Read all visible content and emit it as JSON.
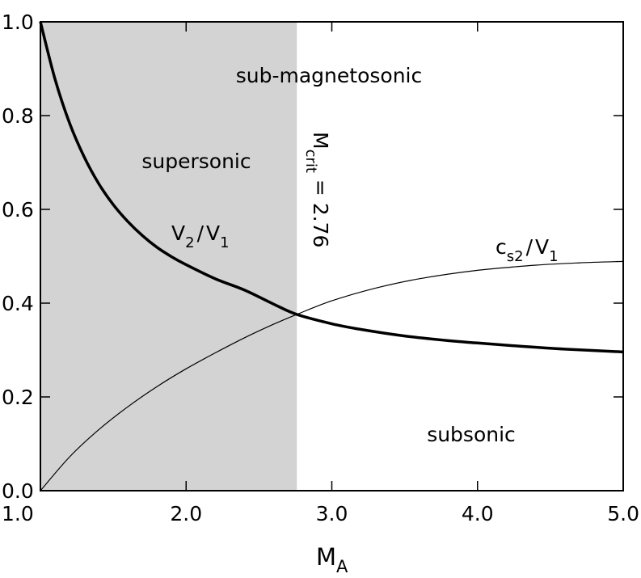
{
  "chart_data": {
    "type": "line",
    "xlabel": "M",
    "xlabel_sub": "A",
    "xlim": [
      1.0,
      5.0
    ],
    "ylim": [
      0.0,
      1.0
    ],
    "xticks": [
      1.0,
      2.0,
      3.0,
      4.0,
      5.0
    ],
    "xtick_labels": [
      "1.0",
      "2.0",
      "3.0",
      "4.0",
      "5.0"
    ],
    "yticks": [
      0.0,
      0.2,
      0.4,
      0.6,
      0.8,
      1.0
    ],
    "ytick_labels": [
      "0.0",
      "0.2",
      "0.4",
      "0.6",
      "0.8",
      "1.0"
    ],
    "grid": false,
    "shaded_region": {
      "x_from": 1.0,
      "x_to": 2.76,
      "color": "#d3d3d3"
    },
    "series": [
      {
        "name": "V2/V1",
        "line": "thick",
        "x": [
          1.0,
          1.1,
          1.2,
          1.3,
          1.4,
          1.5,
          1.6,
          1.7,
          1.8,
          1.9,
          2.0,
          2.2,
          2.4,
          2.6,
          2.76,
          3.0,
          3.2,
          3.5,
          3.8,
          4.0,
          4.3,
          4.6,
          5.0
        ],
        "y": [
          1.0,
          0.878,
          0.784,
          0.712,
          0.655,
          0.61,
          0.574,
          0.544,
          0.519,
          0.499,
          0.482,
          0.452,
          0.428,
          0.398,
          0.376,
          0.356,
          0.344,
          0.33,
          0.32,
          0.315,
          0.308,
          0.302,
          0.296
        ]
      },
      {
        "name": "cs2/V1",
        "line": "thin",
        "x": [
          1.0,
          1.2,
          1.4,
          1.6,
          1.8,
          2.0,
          2.2,
          2.4,
          2.6,
          2.76,
          3.0,
          3.3,
          3.6,
          4.0,
          4.4,
          4.7,
          5.0
        ],
        "y": [
          0.0,
          0.072,
          0.13,
          0.179,
          0.222,
          0.26,
          0.294,
          0.326,
          0.355,
          0.376,
          0.405,
          0.432,
          0.452,
          0.47,
          0.481,
          0.486,
          0.489
        ]
      }
    ],
    "labels": {
      "region_top": "sub-magnetosonic",
      "region_left": "supersonic",
      "region_bottom": "subsonic",
      "series_1": {
        "main": "V",
        "sub": "2",
        "sep": "/",
        "main2": "V",
        "sub2": "1"
      },
      "series_2": {
        "main": "c",
        "sub": "s2",
        "sep": "/",
        "main2": "V",
        "sub2": "1"
      },
      "critical": {
        "main": "M",
        "sub": "crit",
        "rest": " = 2.76"
      }
    }
  }
}
